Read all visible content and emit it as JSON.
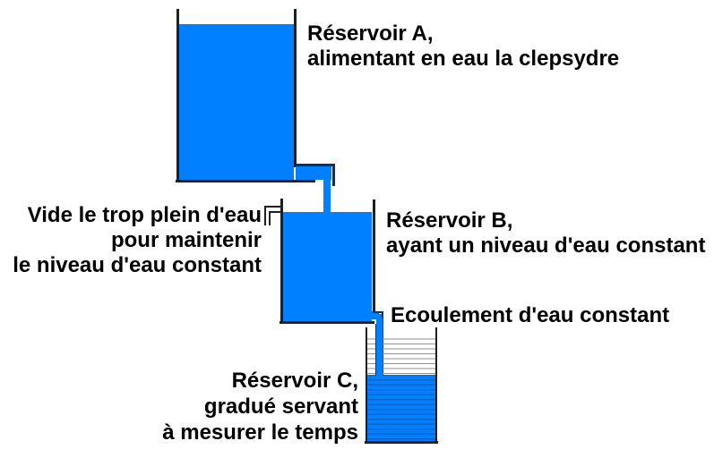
{
  "colors": {
    "water": "#007fff",
    "water_stripe": "#1064c9",
    "outline": "#1f1f1f",
    "pipe_outline": "#0b2f66",
    "graduation": "#909090",
    "text": "#000000"
  },
  "labels": {
    "reservoir_a": {
      "line1": "Réservoir A,",
      "line2": "alimentant en eau la clepsydre"
    },
    "overflow": {
      "line1": "Vide le trop plein d'eau",
      "line2": "pour maintenir",
      "line3": "le niveau d'eau constant"
    },
    "reservoir_b": {
      "line1": "Réservoir B,",
      "line2": "ayant un niveau d'eau constant"
    },
    "flow": {
      "line1": "Ecoulement d'eau constant"
    },
    "reservoir_c": {
      "line1": "Réservoir C,",
      "line2": "gradué servant",
      "line3": "à mesurer le temps"
    }
  }
}
